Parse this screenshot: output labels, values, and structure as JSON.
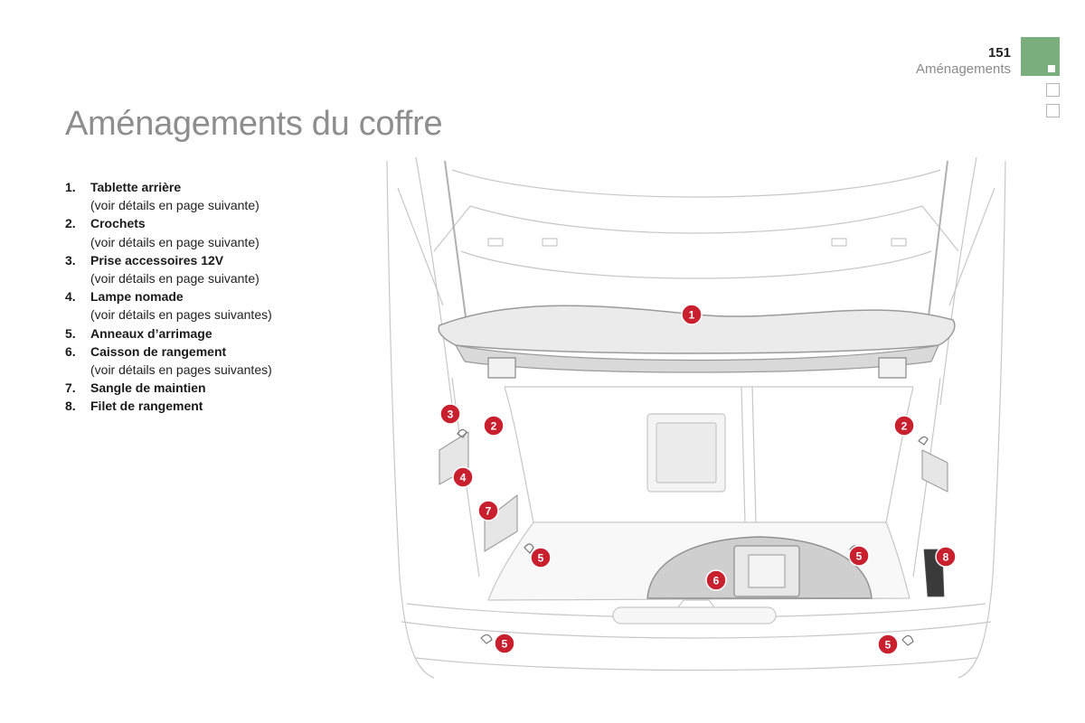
{
  "header": {
    "page_number": "151",
    "section": "Aménagements"
  },
  "title": "Aménagements du coffre",
  "legend": [
    {
      "num": "1.",
      "label": "Tablette arrière",
      "note": "(voir détails en page suivante)"
    },
    {
      "num": "2.",
      "label": "Crochets",
      "note": "(voir détails en page suivante)"
    },
    {
      "num": "3.",
      "label": "Prise accessoires 12V",
      "note": "(voir détails en page suivante)"
    },
    {
      "num": "4.",
      "label": "Lampe nomade",
      "note": "(voir détails en pages suivantes)"
    },
    {
      "num": "5.",
      "label": "Anneaux d’arrimage"
    },
    {
      "num": "6.",
      "label": "Caisson de rangement",
      "note": "(voir détails en pages suivantes)"
    },
    {
      "num": "7.",
      "label": "Sangle de maintien"
    },
    {
      "num": "8.",
      "label": "Filet de rangement"
    }
  ],
  "callouts": [
    "1",
    "2",
    "2",
    "3",
    "4",
    "5",
    "5",
    "5",
    "5",
    "6",
    "7",
    "8"
  ],
  "colors": {
    "accent_tab": "#7bae7d",
    "callout_fill": "#c8202e",
    "title_gray": "#8e8e8e"
  }
}
